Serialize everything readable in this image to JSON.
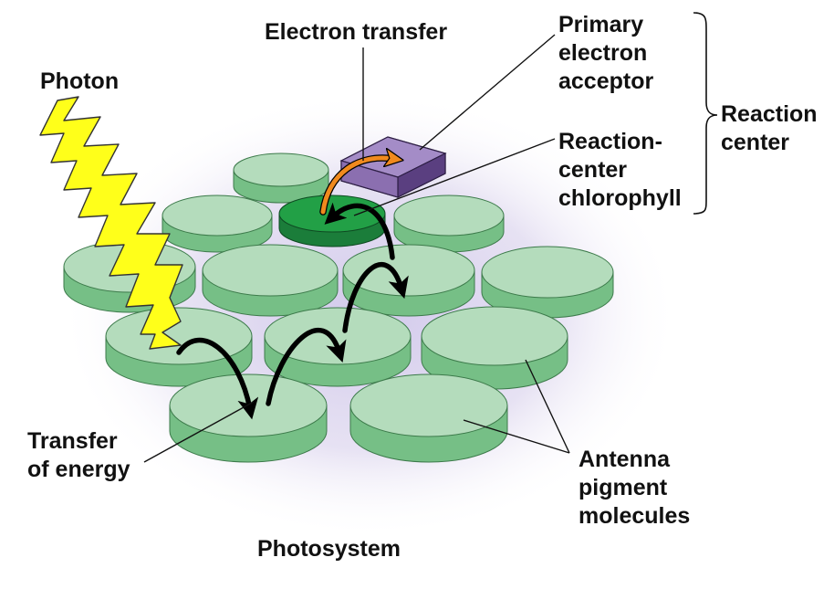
{
  "labels": {
    "photon": "Photon",
    "electron_transfer": "Electron transfer",
    "primary_acceptor": [
      "Primary",
      "electron",
      "acceptor"
    ],
    "reaction_center": [
      "Reaction",
      "center"
    ],
    "reaction_center_chlorophyll": [
      "Reaction-",
      "center",
      "chlorophyll"
    ],
    "transfer_of_energy": [
      "Transfer",
      "of energy"
    ],
    "antenna_pigment": [
      "Antenna",
      "pigment",
      "molecules"
    ],
    "photosystem": "Photosystem"
  },
  "colors": {
    "antenna_pigment_face": "#b4dcbc",
    "antenna_pigment_side": "#76bf86",
    "reaction_center_chlorophyll": "#22a046",
    "primary_acceptor_box": "#8b6fb0",
    "photon_bolt": "#ffff1a",
    "electron_arrow": "#f08a1e",
    "energy_arrow": "#000000",
    "background_glow": "#dcd5ee"
  }
}
